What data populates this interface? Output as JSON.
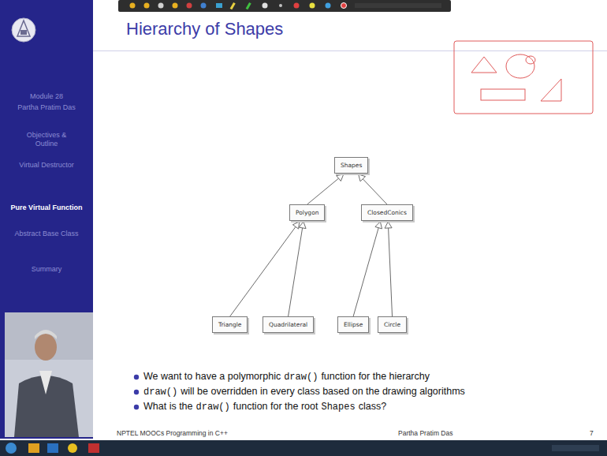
{
  "diagram": {
    "title": "Hierarchy of Shapes",
    "nodes": [
      {
        "text": [
          "Shapes"
        ]
      },
      {
        "text": [
          "Polygon"
        ]
      },
      {
        "text": [
          "ClosedConics"
        ]
      },
      {
        "text": [
          "Triangle"
        ]
      },
      {
        "text": [
          "Quadrilateral"
        ]
      },
      {
        "text": [
          "Ellipse"
        ]
      },
      {
        "text": [
          "Circle"
        ]
      }
    ],
    "edges": [
      {
        "from": 1,
        "to": 0,
        "arrow": "to"
      },
      {
        "from": 2,
        "to": 0,
        "arrow": "to"
      },
      {
        "from": 3,
        "to": 1,
        "arrow": "to"
      },
      {
        "from": 4,
        "to": 1,
        "arrow": "to"
      },
      {
        "from": 5,
        "to": 2,
        "arrow": "to"
      },
      {
        "from": 6,
        "to": 2,
        "arrow": "to"
      }
    ],
    "labels": [
      "Module 28",
      "Partha Pratim Das",
      "Objectives & Outline",
      "Virtual Destructor",
      "Pure Virtual Function",
      "Abstract Base Class",
      "Summary",
      "We want to have a polymorphic",
      "draw()",
      "function for the hierarchy",
      "draw()",
      "will be overridden in every class based on the drawing algorithms",
      "What is the",
      "draw()",
      "function for the root",
      "Shapes",
      "class?",
      "NPTEL MOOCs Programming in C++",
      "Partha Pratim Das",
      "7"
    ]
  }
}
